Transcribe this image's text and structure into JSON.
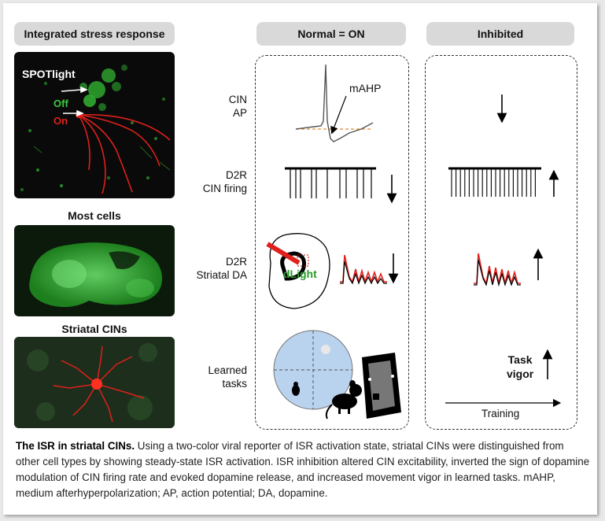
{
  "headers": {
    "left": "Integrated stress response",
    "normal": "Normal = ON",
    "inhibited": "Inhibited"
  },
  "photos": {
    "spotlight": "SPOTlight",
    "off": "Off",
    "on": "On",
    "most_cells": "Most cells",
    "striatal_cins": "Striatal CINs"
  },
  "rows": {
    "cin_ap_1": "CIN",
    "cin_ap_2": "AP",
    "d2r_firing_1": "D2R",
    "d2r_firing_2": "CIN firing",
    "d2r_da_1": "D2R",
    "d2r_da_2": "Striatal DA",
    "learned_1": "Learned",
    "learned_2": "tasks"
  },
  "annotations": {
    "mahp": "mAHP",
    "dlight": "dLight",
    "task": "Task",
    "vigor": "vigor",
    "training": "Training"
  },
  "caption": {
    "title": "The ISR in striatal CINs.",
    "body": " Using a two-color viral reporter of ISR activation state, striatal CINs were distinguished from other cell types by showing steady-state ISR activation. ISR inhibition altered CIN excitability, inverted the sign of dopamine modulation of CIN firing rate and evoked dopamine release, and increased movement vigor in learned tasks. mAHP, medium afterhyperpolarization; AP, action potential; DA, dopamine."
  },
  "colors": {
    "pill": "#d9d9d9",
    "red": "#e0201b",
    "green": "#3ec93e",
    "arena": "#b9d3ee"
  }
}
